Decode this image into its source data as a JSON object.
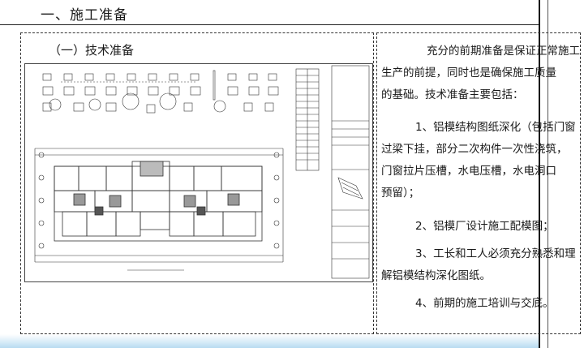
{
  "heading": "一、施工准备",
  "section": {
    "title": "（一）技术准备"
  },
  "text": {
    "p1_lines": [
      "充分的前期准备是保证正常施工",
      "生产的前提，同时也是确保施工质量",
      "的基础。技术准备主要包括："
    ],
    "p2_lines": [
      "1、铝模结构图纸深化（包括门窗",
      "过梁下挂，部分二次构件一次性浇筑，",
      "门窗拉片压槽，水电压槽，水电洞口",
      "预留）；"
    ],
    "p3": "2、铝模厂设计施工配模图；",
    "p4_lines": [
      "3、工长和工人必须充分熟悉和理",
      "解铝模结构深化图纸。"
    ],
    "p5": "4、前期的施工培训与交底。"
  },
  "colors": {
    "line": "#222222",
    "drawing_line": "#333333",
    "bottom_glow": "#b8dbf1"
  }
}
